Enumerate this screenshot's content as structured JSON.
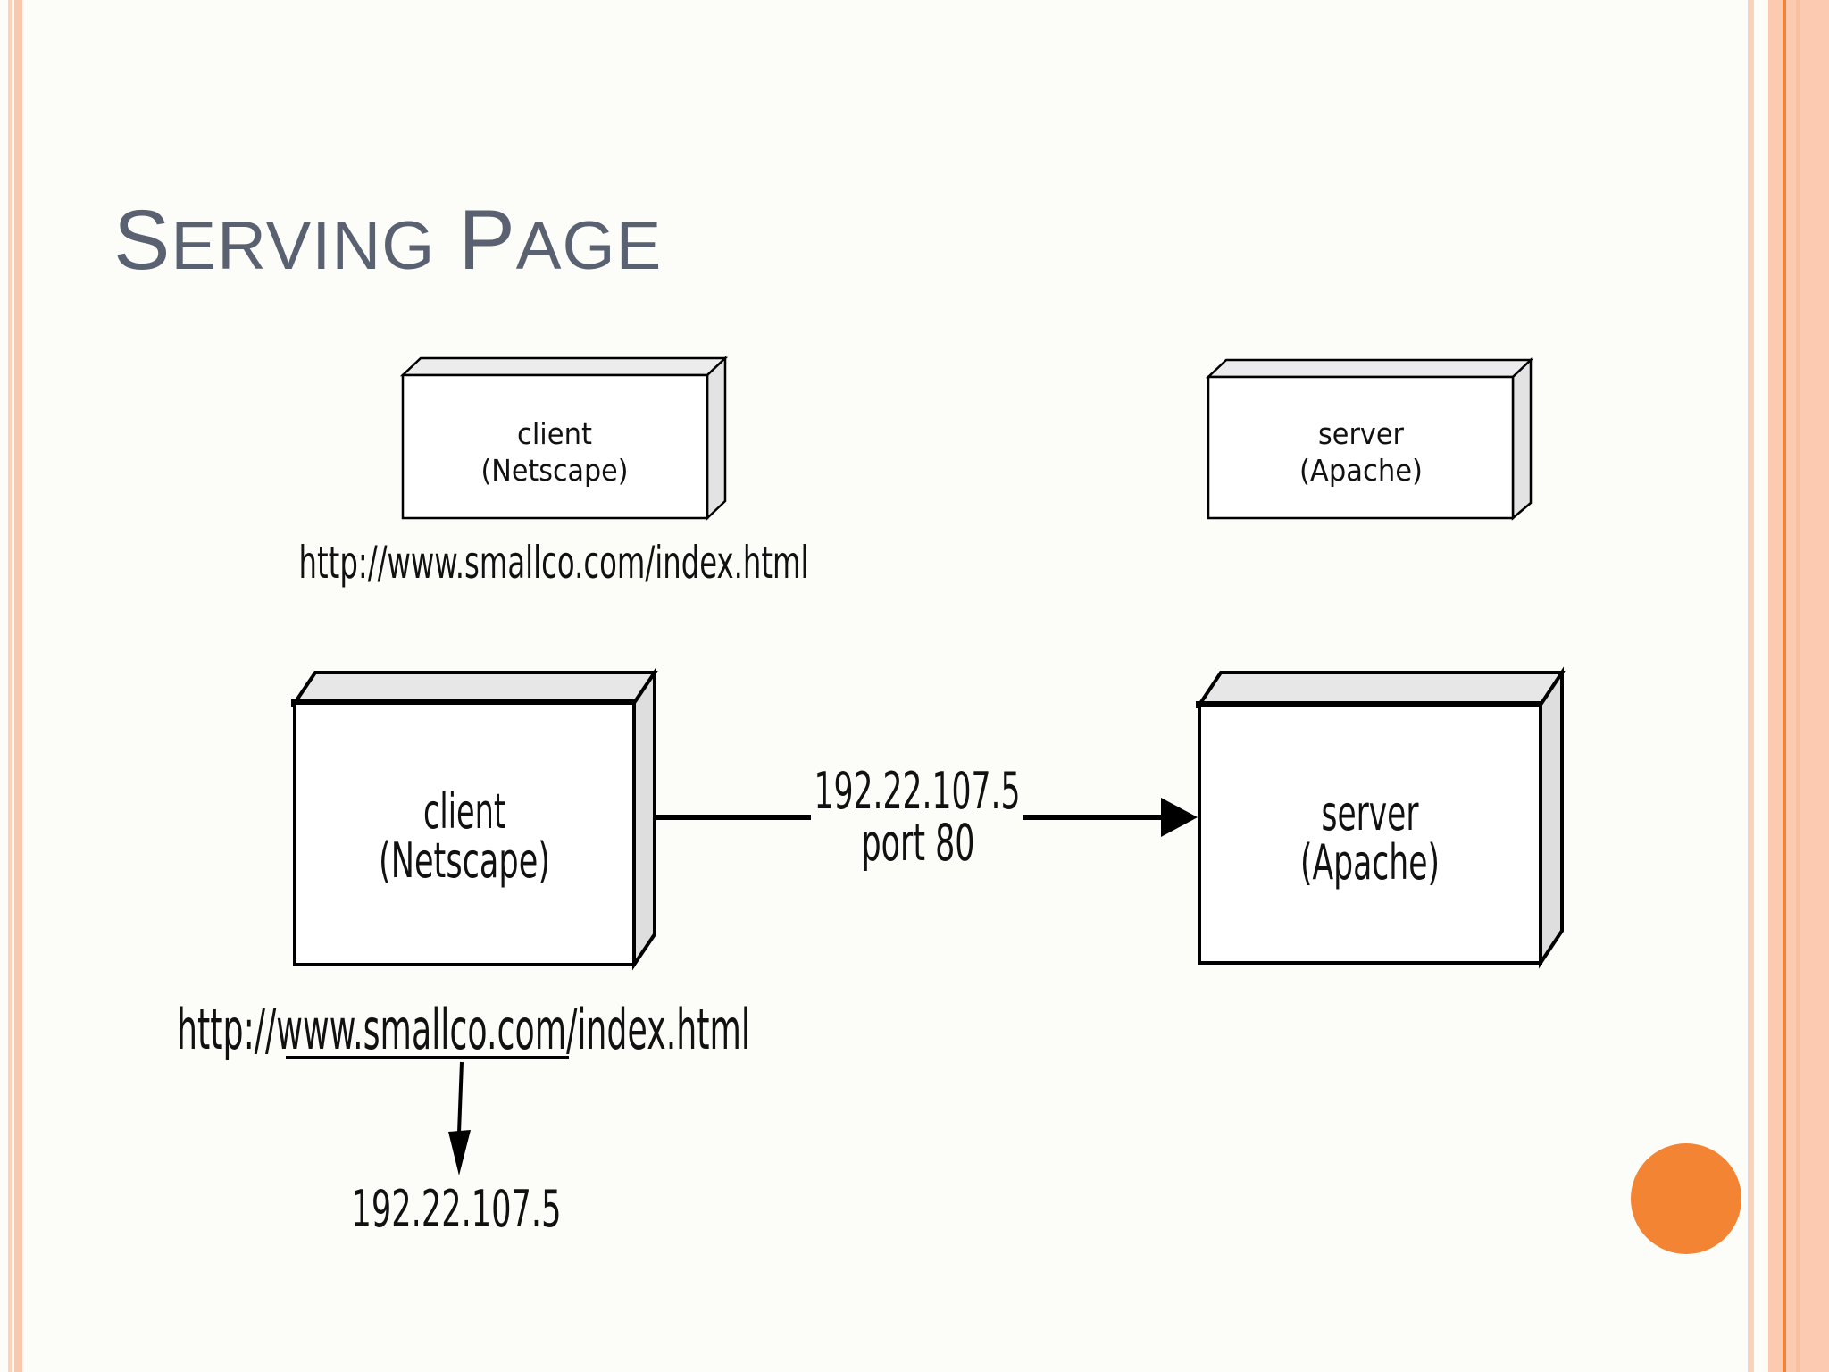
{
  "title": {
    "word1_initial": "S",
    "word1_rest": "ERVING",
    "word2_initial": "P",
    "word2_rest": "AGE",
    "color": "#5a6170"
  },
  "top_flow": {
    "client_box": {
      "line1": "client",
      "line2": "(Netscape)"
    },
    "server_box": {
      "line1": "server",
      "line2": "(Apache)"
    },
    "request_url": "http://www.smallco.com/index.html"
  },
  "bottom_flow": {
    "client_box": {
      "line1": "client",
      "line2": "(Netscape)"
    },
    "server_box": {
      "line1": "server",
      "line2": "(Apache)"
    },
    "connection_label": {
      "ip": "192.22.107.5",
      "port": "port 80"
    },
    "request_url": {
      "full": "http://www.smallco.com/index.html",
      "underlined_part": "www.smallco.com"
    },
    "dns_resolution": {
      "ip": "192.22.107.5"
    }
  },
  "decor": {
    "background": "#fcfdf9",
    "stripe_peach": "#f9c9ad",
    "stripe_light_peach": "#fbd3bd",
    "right_band_peach": "#fccab1",
    "right_band_orange_line": "#ef8438",
    "right_band_inner_stripe": "#f8c09f",
    "accent_circle_orange": "#f28433",
    "box_face_gray": "#e9e9e9",
    "line_black": "#000000"
  }
}
